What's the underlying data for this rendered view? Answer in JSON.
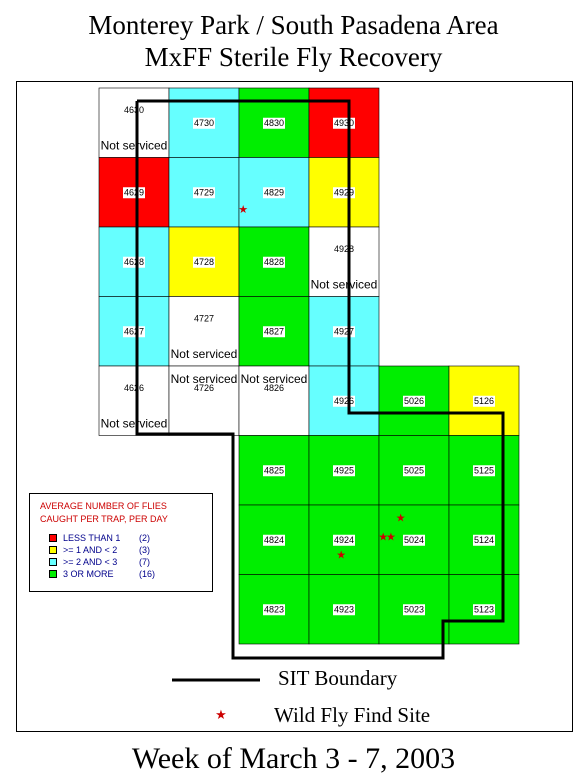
{
  "title": {
    "line1": "Monterey Park / South Pasadena Area",
    "line2": "MxFF Sterile Fly Recovery"
  },
  "footer": "Week of March 3 - 7, 2003",
  "colors": {
    "red": "#ff0000",
    "yellow": "#ffff00",
    "cyan": "#66ffff",
    "green": "#00ee00",
    "white": "#ffffff",
    "boundary": "#000000",
    "star": "#cc0000"
  },
  "grid": [
    {
      "id": "4630",
      "col": 0,
      "row": 0,
      "color": "white",
      "note": "Not serviced"
    },
    {
      "id": "4730",
      "col": 1,
      "row": 0,
      "color": "cyan"
    },
    {
      "id": "4830",
      "col": 2,
      "row": 0,
      "color": "green"
    },
    {
      "id": "4930",
      "col": 3,
      "row": 0,
      "color": "red"
    },
    {
      "id": "4629",
      "col": 0,
      "row": 1,
      "color": "red"
    },
    {
      "id": "4729",
      "col": 1,
      "row": 1,
      "color": "cyan"
    },
    {
      "id": "4829",
      "col": 2,
      "row": 1,
      "color": "cyan"
    },
    {
      "id": "4929",
      "col": 3,
      "row": 1,
      "color": "yellow"
    },
    {
      "id": "4628",
      "col": 0,
      "row": 2,
      "color": "cyan"
    },
    {
      "id": "4728",
      "col": 1,
      "row": 2,
      "color": "yellow"
    },
    {
      "id": "4828",
      "col": 2,
      "row": 2,
      "color": "green"
    },
    {
      "id": "4928",
      "col": 3,
      "row": 2,
      "color": "white",
      "note": "Not serviced"
    },
    {
      "id": "4627",
      "col": 0,
      "row": 3,
      "color": "cyan"
    },
    {
      "id": "4727",
      "col": 1,
      "row": 3,
      "color": "white",
      "note": "Not serviced"
    },
    {
      "id": "4827",
      "col": 2,
      "row": 3,
      "color": "green"
    },
    {
      "id": "4927",
      "col": 3,
      "row": 3,
      "color": "cyan"
    },
    {
      "id": "4626",
      "col": 0,
      "row": 4,
      "color": "white",
      "note": "Not serviced"
    },
    {
      "id": "4726",
      "col": 1,
      "row": 4,
      "color": "white",
      "note": "Not serviced"
    },
    {
      "id": "4826",
      "col": 2,
      "row": 4,
      "color": "white",
      "note": "Not serviced"
    },
    {
      "id": "4926",
      "col": 3,
      "row": 4,
      "color": "cyan"
    },
    {
      "id": "5026",
      "col": 4,
      "row": 4,
      "color": "green"
    },
    {
      "id": "5126",
      "col": 5,
      "row": 4,
      "color": "yellow"
    },
    {
      "id": "4825",
      "col": 2,
      "row": 5,
      "color": "green"
    },
    {
      "id": "4925",
      "col": 3,
      "row": 5,
      "color": "green"
    },
    {
      "id": "5025",
      "col": 4,
      "row": 5,
      "color": "green"
    },
    {
      "id": "5125",
      "col": 5,
      "row": 5,
      "color": "green"
    },
    {
      "id": "4824",
      "col": 2,
      "row": 6,
      "color": "green"
    },
    {
      "id": "4924",
      "col": 3,
      "row": 6,
      "color": "green"
    },
    {
      "id": "5024",
      "col": 4,
      "row": 6,
      "color": "green"
    },
    {
      "id": "5124",
      "col": 5,
      "row": 6,
      "color": "green"
    },
    {
      "id": "4823",
      "col": 2,
      "row": 7,
      "color": "green"
    },
    {
      "id": "4923",
      "col": 3,
      "row": 7,
      "color": "green"
    },
    {
      "id": "5023",
      "col": 4,
      "row": 7,
      "color": "green"
    },
    {
      "id": "5123",
      "col": 5,
      "row": 7,
      "color": "green"
    }
  ],
  "finds": [
    {
      "cell": "4829",
      "fx": 0.06,
      "fy": 0.74
    },
    {
      "cell": "4924",
      "fx": 0.46,
      "fy": 0.71
    },
    {
      "cell": "5024",
      "fx": 0.06,
      "fy": 0.45
    },
    {
      "cell": "5024",
      "fx": 0.17,
      "fy": 0.45
    },
    {
      "cell": "5024",
      "fx": 0.31,
      "fy": 0.18
    }
  ],
  "legend": {
    "title_line1": "AVERAGE NUMBER OF FLIES",
    "title_line2": "CAUGHT PER TRAP, PER DAY",
    "items": [
      {
        "label": "LESS THAN 1",
        "count": "(2)",
        "color": "red"
      },
      {
        "label": ">= 1 AND < 2",
        "count": "(3)",
        "color": "yellow"
      },
      {
        "label": ">= 2 AND < 3",
        "count": "(7)",
        "color": "cyan"
      },
      {
        "label": "3 OR MORE",
        "count": "(16)",
        "color": "green"
      }
    ]
  },
  "key": {
    "boundary_label": "SIT Boundary",
    "find_label": "Wild Fly Find Site"
  }
}
